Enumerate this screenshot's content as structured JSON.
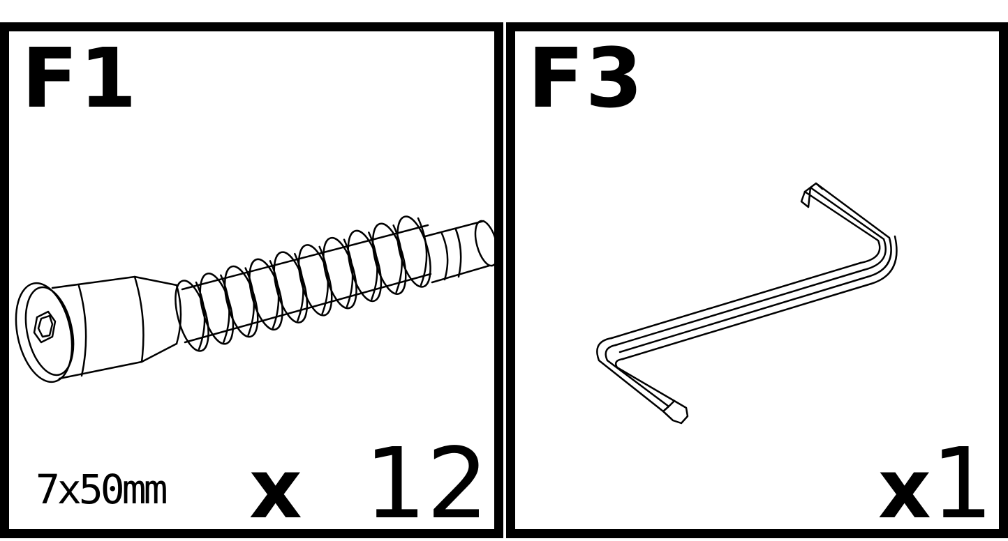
{
  "panels": [
    {
      "id": "F1",
      "spec": "7x50mm",
      "quantity_prefix": "x",
      "quantity_value": "12",
      "illustration": "connector-bolt-icon"
    },
    {
      "id": "F3",
      "quantity_prefix": "x",
      "quantity_value": "1",
      "illustration": "hex-key-icon"
    }
  ]
}
